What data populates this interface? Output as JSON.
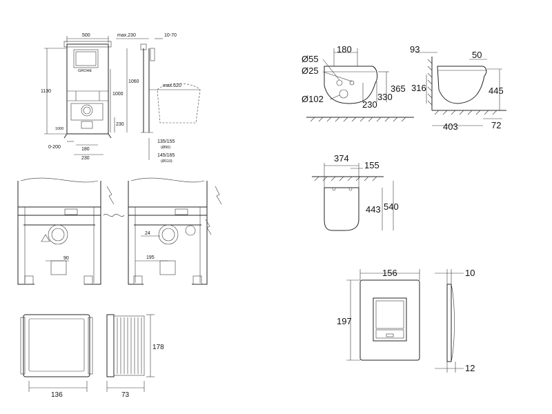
{
  "frame_front": {
    "width": "500",
    "max_depth": "max.230",
    "wall_range": "10-70",
    "height_1130": "1130",
    "height_1060": "1060",
    "height_1000": "1000",
    "max_620": "max.620",
    "h_230": "230",
    "h_0_200": "0-200",
    "w_180": "180",
    "w_230": "230",
    "d_135_155": "135/155",
    "d_290": "(Ø90)",
    "d_145_165": "145/165",
    "d_110": "(Ø110)",
    "low_label": "1000",
    "brand": "GROHE"
  },
  "frame_details": {
    "d_90": "90",
    "d_24": "24",
    "d_195": "195"
  },
  "panel": {
    "w_136": "136",
    "d_73": "73",
    "h_178": "178"
  },
  "toilet_front": {
    "d55": "Ø55",
    "d25": "Ø25",
    "d102": "Ø102",
    "w180": "180",
    "h365": "365",
    "h330": "330",
    "h230": "230"
  },
  "toilet_side": {
    "d93": "93",
    "d50": "50",
    "h316": "316",
    "h445": "445",
    "d403": "403",
    "d72": "72"
  },
  "toilet_top": {
    "d374": "374",
    "d155": "155",
    "d443": "443",
    "d540": "540"
  },
  "flush_plate": {
    "w156": "156",
    "h197": "197",
    "d10": "10",
    "d12": "12"
  }
}
